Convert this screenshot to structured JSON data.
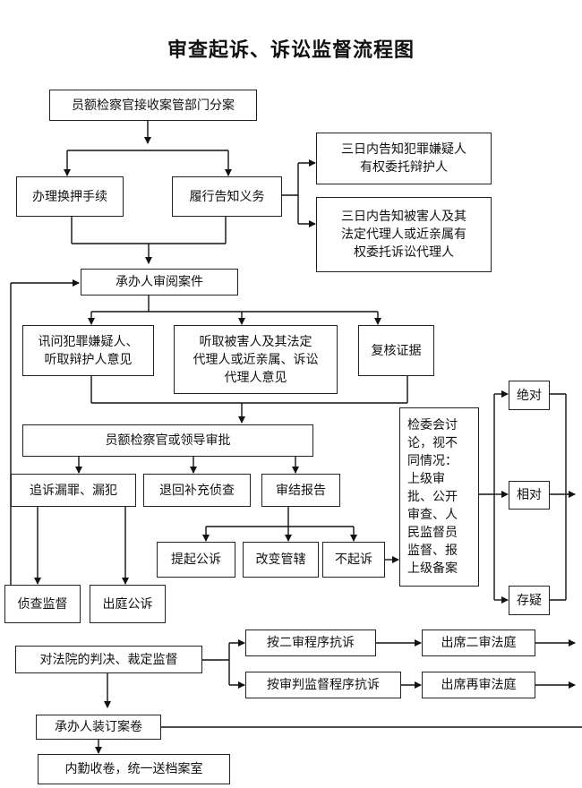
{
  "title": "审查起诉、诉讼监督流程图",
  "nodes": {
    "assign": "员额检察官接收案管部门分案",
    "custody": "办理换押手续",
    "notify": "履行告知义务",
    "notify_suspect": "三日内告知犯罪嫌疑人\n有权委托辩护人",
    "notify_victim": "三日内告知被害人及其\n法定代理人或近亲属有\n权委托诉讼代理人",
    "review": "承办人审阅案件",
    "interrogate": "讯问犯罪嫌疑人、\n听取辩护人意见",
    "hear_victim": "听取被害人及其法定\n代理人或近亲属、诉讼\n代理人意见",
    "verify": "复核证据",
    "approve": "员额检察官或领导审批",
    "pursue": "追诉漏罪、漏犯",
    "return": "退回补充侦查",
    "report": "审结报告",
    "committee": "检委会讨\n论，视不\n同情况：\n上级审\n批、公开\n审查、人\n民监督员\n监督、报\n上级备案",
    "absolute": "绝对",
    "relative": "相对",
    "doubt": "存疑",
    "prosecute": "提起公诉",
    "jurisdiction": "改变管辖",
    "no_prosecute": "不起诉",
    "investigation_supervision": "侦查监督",
    "court_appearance": "出庭公诉",
    "judgment_supervision": "对法院的判决、裁定监督",
    "second_instance_protest": "按二审程序抗诉",
    "second_instance_court": "出席二审法庭",
    "retrial_protest": "按审判监督程序抗诉",
    "retrial_court": "出席再审法庭",
    "bind_files": "承办人装订案卷",
    "archive": "内勤收卷，统一送档案室"
  }
}
